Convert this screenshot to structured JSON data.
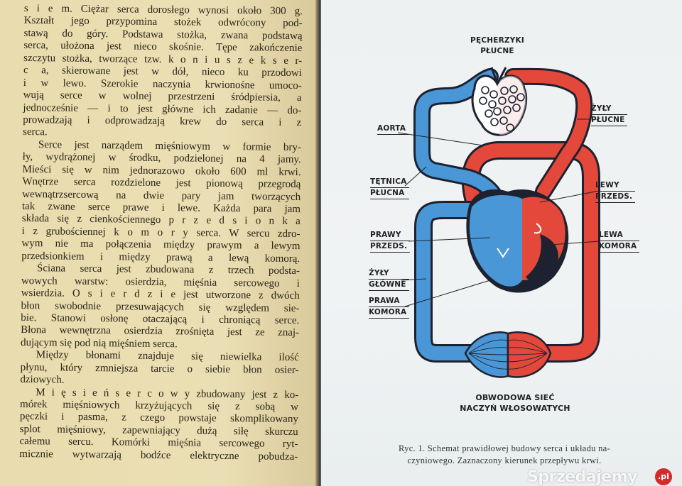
{
  "left_page": {
    "lines": [
      {
        "text": "s i e m. Ciężar serca dorosłego wynosi około 300 g."
      },
      {
        "text": "Kształt jego przypomina stożek odwrócony pod-"
      },
      {
        "text": "stawą do góry. Podstawa stożka, zwana podstawą"
      },
      {
        "text": "serca, ułożona jest nieco skośnie. Tępe zakończenie"
      },
      {
        "text": "szczytu stożka, tworzące tzw. k o n i u s z e k  s e r-"
      },
      {
        "text": "c a, skierowane jest w dół, nieco ku przodowi"
      },
      {
        "text": "i w lewo. Szerokie naczynia krwionośne umoco-"
      },
      {
        "text": "wują serce w wolnej przestrzeni śródpiersia, a"
      },
      {
        "text": "jednocześnie — i to jest główne ich zadanie — do-"
      },
      {
        "text": "prowadzają i odprowadzają krew do serca i z"
      },
      {
        "text": "serca.",
        "last": true
      },
      {
        "text": "Serce jest narządem mięśniowym w formie bry-",
        "indent": true
      },
      {
        "text": "ły, wydrążonej w środku, podzielonej na 4 jamy."
      },
      {
        "text": "Mieści się w nim jednorazowo około 600 ml krwi."
      },
      {
        "text": "Wnętrze serca rozdzielone jest pionową przegrodą"
      },
      {
        "text": "wewnątrzsercową na dwie pary jam tworzących"
      },
      {
        "text": "tak zwane serce prawe i lewe. Każda para jam"
      },
      {
        "text": "składa się z cienkościennego p r z e d s i o n k a"
      },
      {
        "text": "i z grubościennej k o m o r y serca. W sercu zdro-"
      },
      {
        "text": "wym nie ma połączenia między prawym a lewym"
      },
      {
        "text": "przedsionkiem i między prawą a lewą komorą."
      },
      {
        "text": "Ściana serca jest zbudowana z trzech podsta-",
        "indent": true
      },
      {
        "text": "wowych warstw: osierdzia, mięśnia sercowego i"
      },
      {
        "text": "wsierdzia. O s i e r d z i e jest utworzone z dwóch"
      },
      {
        "text": "błon swobodnie przesuwających się względem sie-"
      },
      {
        "text": "bie. Stanowi osłonę otaczającą i chroniącą serce."
      },
      {
        "text": "Błona wewnętrzna osierdzia zrośnięta jest ze znaj-"
      },
      {
        "text": "dującym się pod nią mięśniem serca.",
        "last": true
      },
      {
        "text": "Między błonami znajduje się niewielka ilość",
        "indent": true
      },
      {
        "text": "płynu, który zmniejsza tarcie o siebie błon osier-"
      },
      {
        "text": "dziowych.",
        "last": true
      },
      {
        "text": "M i ę s i e ń  s e r c o w y zbudowany jest z ko-",
        "indent": true
      },
      {
        "text": "mórek mięśniowych krzyżujących się z sobą w"
      },
      {
        "text": "pęczki i pasma, z czego powstaje skomplikowany"
      },
      {
        "text": "splot mięśniowy, zapewniający dużą siłę skurczu"
      },
      {
        "text": "całemu sercu. Komórki mięśnia sercowego ryt-"
      },
      {
        "text": "micznie wytwarzają bodźce elektryczne pobudza-"
      }
    ]
  },
  "diagram": {
    "labels": {
      "alveoli": [
        "PĘCHERZYKI",
        "PŁUCNE"
      ],
      "pulmonary_veins": [
        "ŻYŁY",
        "PŁUCNE"
      ],
      "aorta": [
        "AORTA"
      ],
      "pulmonary_artery": [
        "TĘTNICA",
        "PŁUCNA"
      ],
      "left_atrium": [
        "LEWY",
        "PRZEDS."
      ],
      "right_atrium": [
        "PRAWY",
        "PRZEDS."
      ],
      "left_ventricle": [
        "LEWA",
        "KOMORA"
      ],
      "venae_cavae": [
        "ŻYŁY",
        "GŁÓWNE"
      ],
      "right_ventricle": [
        "PRAWA",
        "KOMORA"
      ],
      "capillaries": [
        "OBWODOWA SIEĆ",
        "NACZYŃ WŁOSOWATYCH"
      ]
    },
    "colors": {
      "oxygenated": "#e4483a",
      "deoxygenated": "#4a97d8",
      "outline": "#1d2230"
    }
  },
  "caption": {
    "line1": "Ryc. 1. Schemat prawidłowej budowy serca i układu na-",
    "line2": "czyniowego. Zaznaczony kierunek przepływu krwi."
  },
  "watermark": {
    "text": "Sprzedajemy",
    "badge": ".pl"
  }
}
